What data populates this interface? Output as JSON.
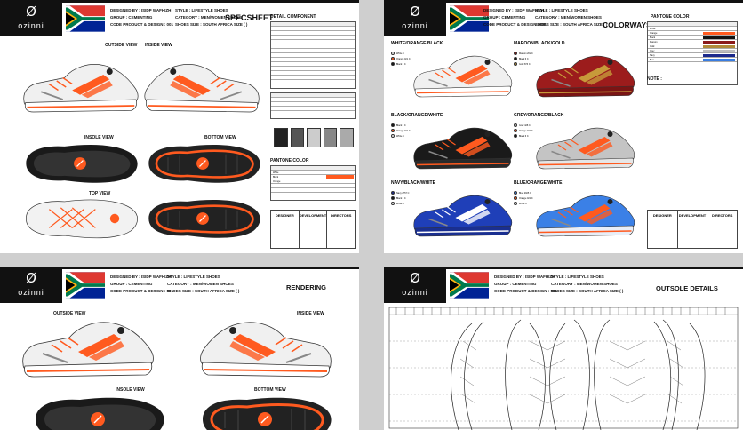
{
  "header": {
    "brand": "ozinni",
    "designed_by": "DESIGNED BY : ISIDP WAFHIZH",
    "group": "GROUP : CEMENTING",
    "code": "CODE PRODUCT & DESIGN : 001",
    "style": "STYLE : LIFESTYLE SHOES",
    "category": "CATEGORY : MEN/WOMEN SHOES",
    "size": "SHOES SIZE : SOUTH AFRICA SIZE (   )"
  },
  "specsheet": {
    "title": "SPECSHEET",
    "outside_view": "OUTSIDE VIEW",
    "inside_view": "INSIDE VIEW",
    "insole_view": "INSOLE VIEW",
    "bottom_view": "BOTTOM VIEW",
    "top_view": "TOP VIEW",
    "detail_title": "DETAIL COMPONENT",
    "pantone_title": "PANTONE COLOR",
    "pantone_rows": [
      "White",
      "Black",
      "Orange"
    ],
    "sign": [
      "DESIGNER",
      "DEVELOPMENT",
      "DIRECTORS"
    ]
  },
  "colorways": {
    "title": "COLORWAYS",
    "pantone_title": "PANTONE COLOR",
    "note": "NOTE :",
    "items": [
      {
        "label": "WHITE/ORANGE/BLACK",
        "swatch_labels": [
          "White C",
          "Orange 021 C",
          "Black 6 C"
        ],
        "colors": [
          "#f2f2f2",
          "#ff5a1f",
          "#111111"
        ],
        "body": "#f0f0f0",
        "accent": "#ff5a1f",
        "sole": "#ffffff"
      },
      {
        "label": "MAROON/BLACK/GOLD",
        "swatch_labels": [
          "Maroon 202 C",
          "Black 6 C",
          "Gold 873 C"
        ],
        "colors": [
          "#8a1a1a",
          "#111111",
          "#b08a3a"
        ],
        "body": "#9c1c1c",
        "accent": "#c79a3a",
        "sole": "#7a1414"
      },
      {
        "label": "BLACK/ORANGE/WHITE",
        "swatch_labels": [
          "Black 6 C",
          "Orange 021 C",
          "White C"
        ],
        "colors": [
          "#111111",
          "#ff5a1f",
          "#f2f2f2"
        ],
        "body": "#1a1a1a",
        "accent": "#ff5a1f",
        "sole": "#2a2a2a"
      },
      {
        "label": "GREY/ORANGE/BLACK",
        "swatch_labels": [
          "Grey 428 C",
          "Orange 021 C",
          "Black 6 C"
        ],
        "colors": [
          "#bdbdbd",
          "#ff5a1f",
          "#111111"
        ],
        "body": "#c4c4c4",
        "accent": "#ff5a1f",
        "sole": "#e6e6e6"
      },
      {
        "label": "NAVY/BLACK/WHITE",
        "swatch_labels": [
          "Navy 2757 C",
          "Black 6 C",
          "White C"
        ],
        "colors": [
          "#1c2a8c",
          "#111111",
          "#f2f2f2"
        ],
        "body": "#1f3fb8",
        "accent": "#ffffff",
        "sole": "#1a2f90"
      },
      {
        "label": "BLUE/ORANGE/WHITE",
        "swatch_labels": [
          "Blue 2925 C",
          "Orange 021 C",
          "White C"
        ],
        "colors": [
          "#3a7de0",
          "#ff5a1f",
          "#f2f2f2"
        ],
        "body": "#3b80e6",
        "accent": "#ff5a1f",
        "sole": "#e8eef8"
      }
    ],
    "pantone_rows": [
      "White",
      "Orange",
      "Black",
      "Maroon",
      "Gold",
      "Grey",
      "Navy",
      "Blue"
    ],
    "pantone_colors": [
      "#ffffff",
      "#ff5a1f",
      "#111111",
      "#8a1a1a",
      "#b08a3a",
      "#bdbdbd",
      "#1c2a8c",
      "#3a7de0"
    ],
    "sign": [
      "DESIGNER",
      "DEVELOPMENT",
      "DIRECTORS"
    ]
  },
  "rendering": {
    "title": "RENDERING",
    "outside_view": "OUTSIDE VIEW",
    "inside_view": "INSIDE VIEW",
    "insole_view": "INSOLE VIEW",
    "bottom_view": "BOTTOM VIEW"
  },
  "outsole": {
    "title": "OUTSOLE DETAILS"
  },
  "colors": {
    "accent": "#ff5a1f",
    "dark": "#111111"
  }
}
